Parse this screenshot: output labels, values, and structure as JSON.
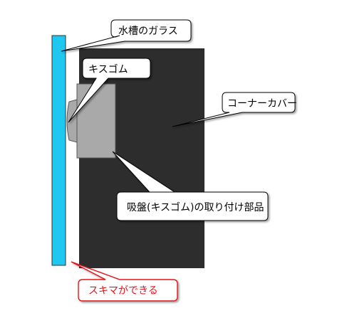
{
  "colors": {
    "glass": "#1ec8f0",
    "corner_cover": "#2d2d2d",
    "suction_cup": "#a9a9a9",
    "callout_fill": "#ffffff",
    "callout_stroke": "#000000",
    "warning_stroke": "#e4131b"
  },
  "labels": {
    "glass": "水槽のガラス",
    "suction_cup": "キスゴム",
    "corner_cover": "コーナーカバー",
    "mount_part": "吸盤(キスゴム)の取り付け部品",
    "gap_warning": "スキマができる"
  }
}
